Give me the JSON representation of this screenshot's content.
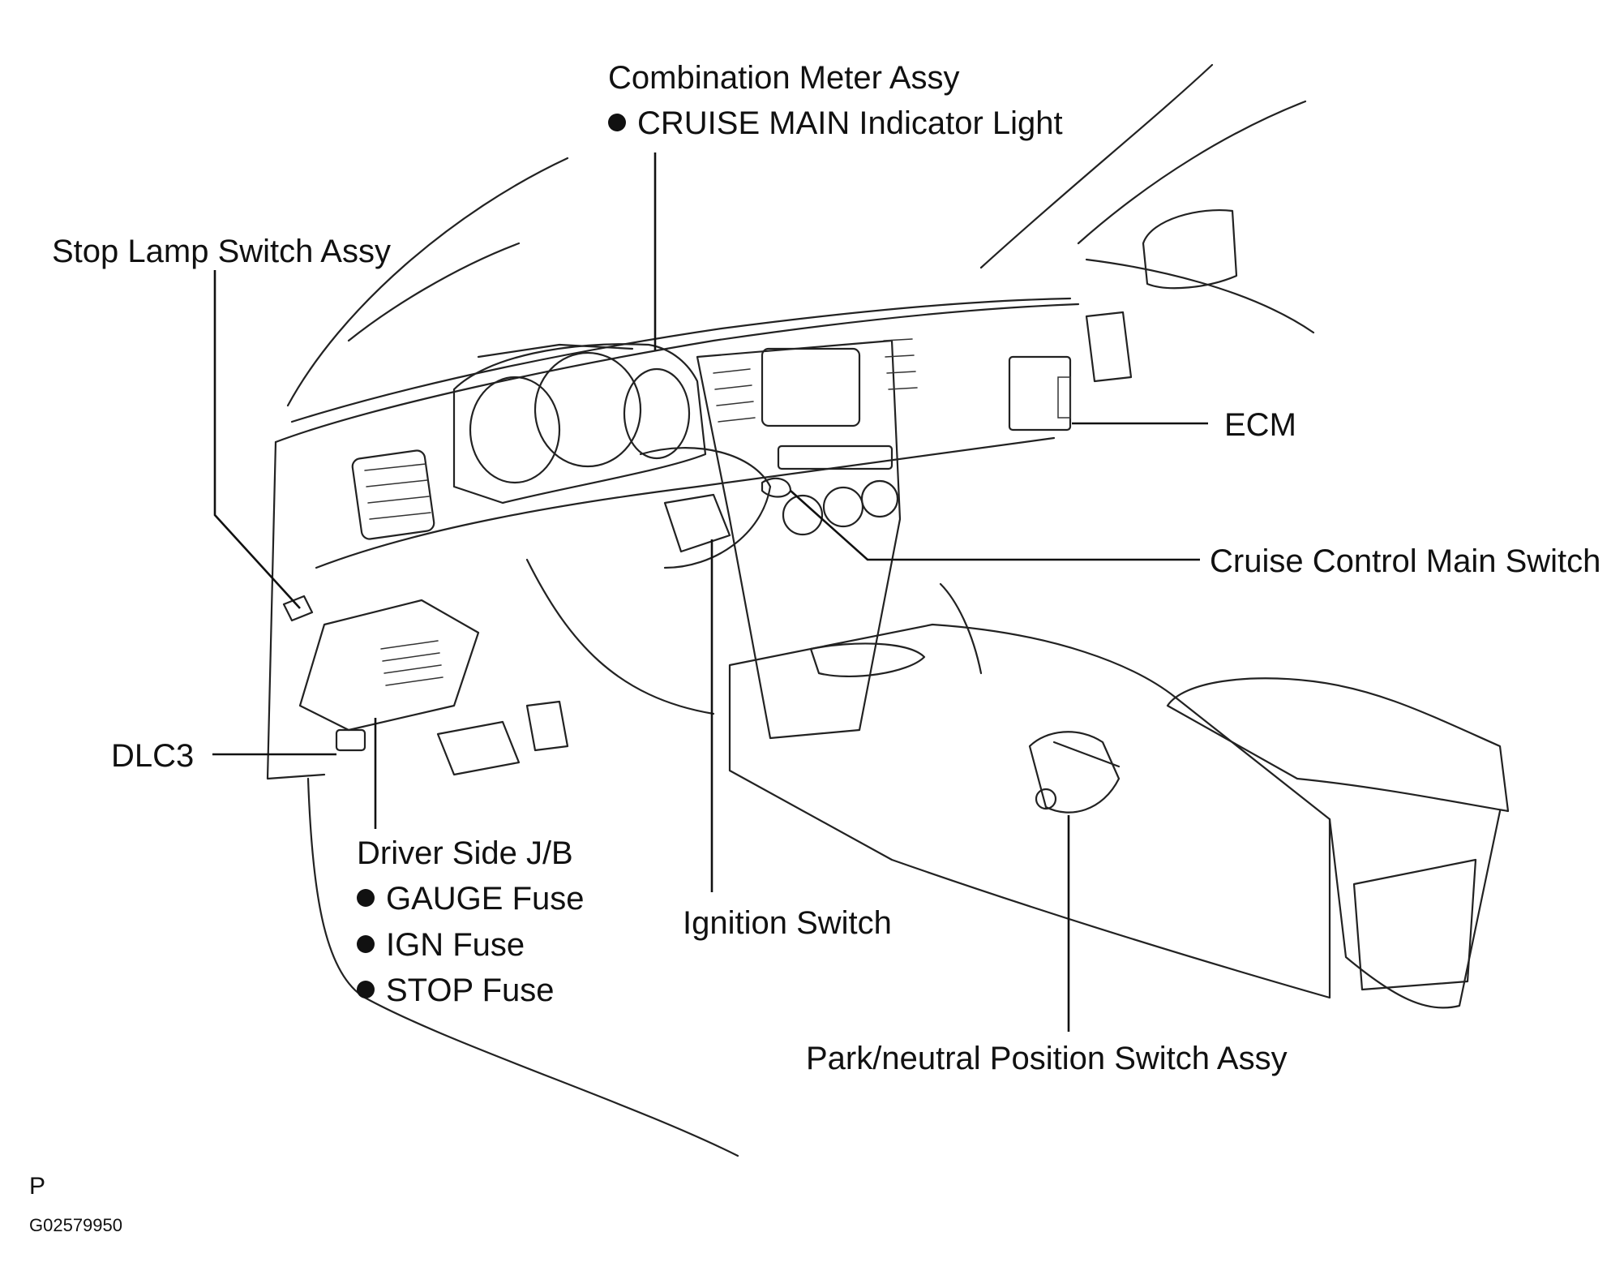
{
  "labels": {
    "combination_meter": "Combination Meter Assy",
    "cruise_main_indicator": "CRUISE MAIN Indicator Light",
    "stop_lamp_switch": "Stop Lamp Switch Assy",
    "ecm": "ECM",
    "cruise_control_main_switch": "Cruise Control Main Switch",
    "dlc3": "DLC3",
    "driver_side_jb": "Driver Side J/B",
    "gauge_fuse": "GAUGE Fuse",
    "ign_fuse": "IGN Fuse",
    "stop_fuse": "STOP Fuse",
    "ignition_switch": "Ignition Switch",
    "park_neutral_switch": "Park/neutral Position Switch Assy"
  },
  "footer": {
    "letter": "P",
    "code": "G02579950"
  }
}
